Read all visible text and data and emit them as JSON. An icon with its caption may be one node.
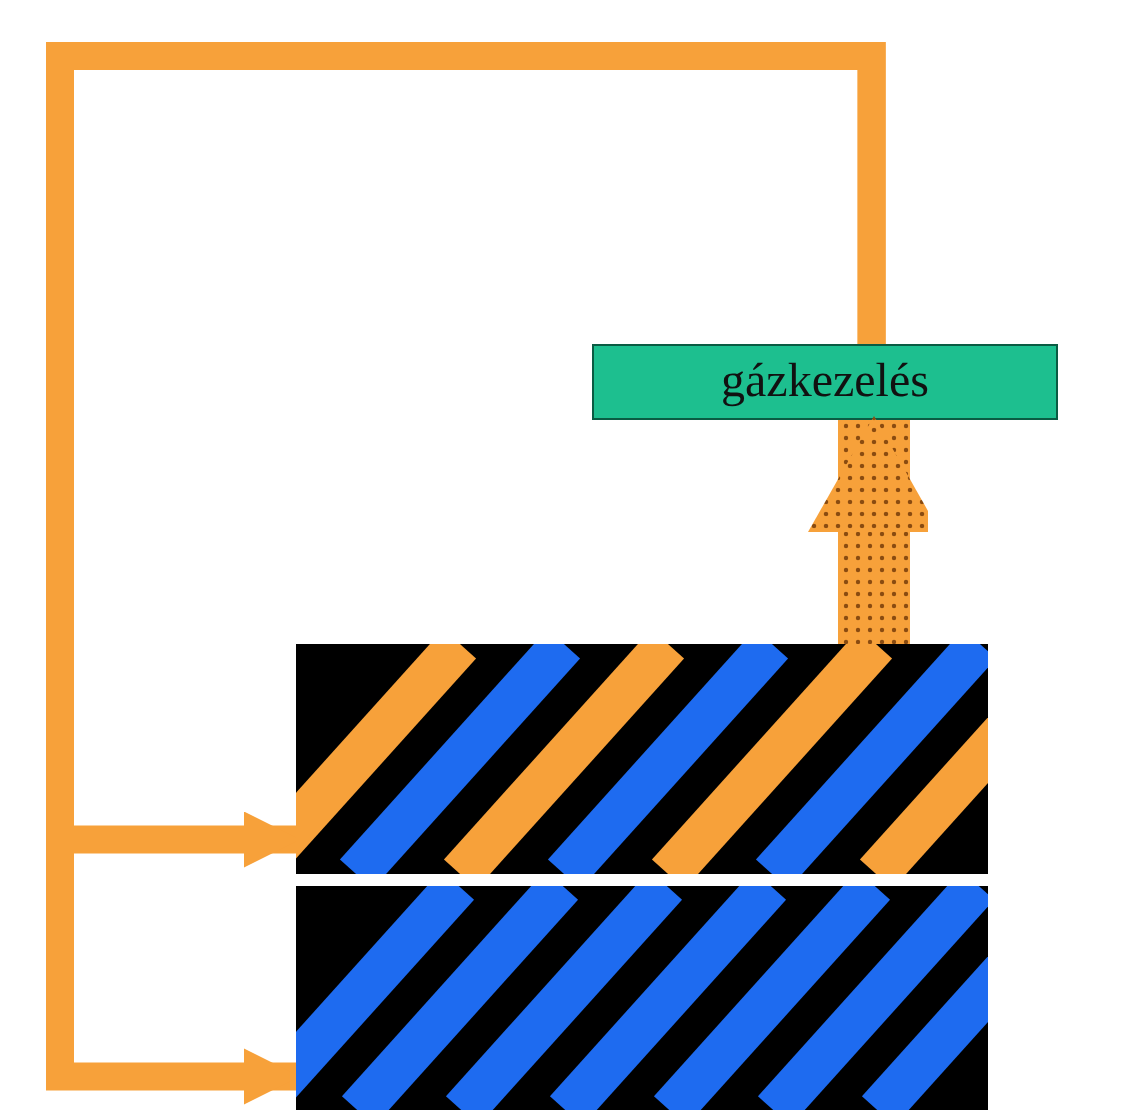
{
  "diagram": {
    "nodes": [
      {
        "text": [
          "gázkezelés"
        ]
      },
      {
        "text": [],
        "shape": "box"
      },
      {
        "text": [],
        "shape": "box"
      }
    ],
    "edges": [
      {
        "from": 0,
        "to": 1,
        "arrow": "to"
      },
      {
        "from": 0,
        "to": 2,
        "arrow": "to"
      },
      {
        "from": 1,
        "to": 0,
        "arrow": "to",
        "style": "thick"
      }
    ]
  }
}
